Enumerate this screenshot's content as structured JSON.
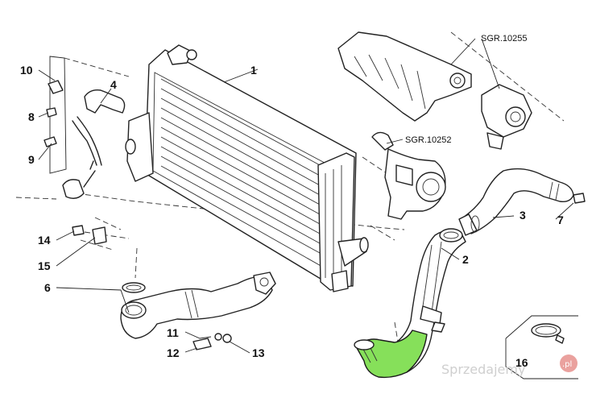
{
  "callouts": {
    "c1": "1",
    "c2": "2",
    "c3": "3",
    "c4": "4",
    "c6": "6",
    "c7": "7",
    "c8": "8",
    "c9": "9",
    "c10": "10",
    "c11": "11",
    "c12": "12",
    "c13": "13",
    "c14": "14",
    "c15": "15",
    "c16": "16"
  },
  "refs": {
    "manifold": "SGR.10255",
    "turbo": "SGR.10252"
  },
  "watermark": {
    "text": "Sprzedajemy",
    "suffix": ".pl"
  },
  "colors": {
    "highlight": "#86e05a",
    "line": "#222222",
    "badge": "#d9534f"
  }
}
